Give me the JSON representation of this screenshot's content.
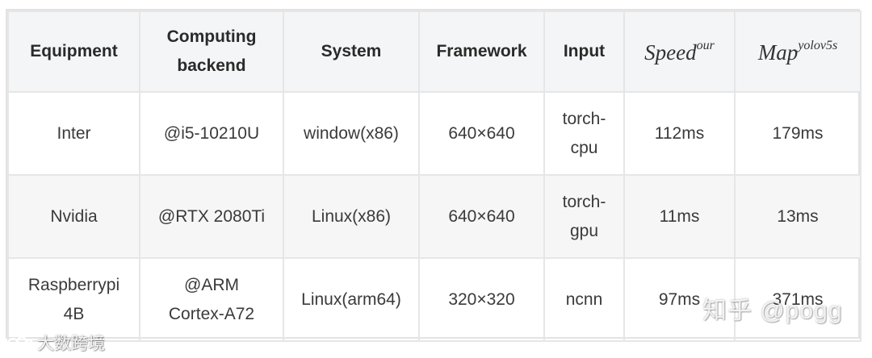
{
  "table": {
    "headers": {
      "equipment": "Equipment",
      "computing_backend_line1": "Computing",
      "computing_backend_line2": "backend",
      "system": "System",
      "framework": "Framework",
      "input": "Input",
      "speed_base": "Speed",
      "speed_sup": "our",
      "map_base": "Map",
      "map_sup": "yolov5s"
    },
    "rows": [
      {
        "equipment": [
          "Inter"
        ],
        "backend": [
          "@i5-10210U"
        ],
        "system": "window(x86)",
        "framework": "640×640",
        "input": [
          "torch-",
          "cpu"
        ],
        "speed": "112ms",
        "map": "179ms"
      },
      {
        "equipment": [
          "Nvidia"
        ],
        "backend": [
          "@RTX 2080Ti"
        ],
        "system": "Linux(x86)",
        "framework": "640×640",
        "input": [
          "torch-",
          "gpu"
        ],
        "speed": "11ms",
        "map": "13ms"
      },
      {
        "equipment": [
          "Raspberrypi",
          "4B"
        ],
        "backend": [
          "@ARM",
          "Cortex-A72"
        ],
        "system": "Linux(arm64)",
        "framework": "320×320",
        "input": [
          "ncnn"
        ],
        "speed": "97ms",
        "map": "371ms"
      }
    ]
  },
  "watermarks": {
    "right": "知乎 @pogg",
    "left": "大数跨境"
  }
}
